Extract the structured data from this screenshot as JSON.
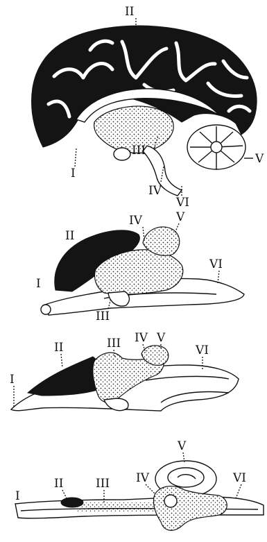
{
  "panels": [
    {
      "id": "adult",
      "labels": [
        "I",
        "II",
        "III",
        "IV",
        "V",
        "VI"
      ]
    },
    {
      "id": "stage2",
      "labels": [
        "I",
        "II",
        "III",
        "IV",
        "V",
        "VI"
      ]
    },
    {
      "id": "stage3",
      "labels": [
        "I",
        "II",
        "III",
        "IV",
        "V",
        "VI"
      ]
    },
    {
      "id": "stage4",
      "labels": [
        "I",
        "II",
        "III",
        "IV",
        "V",
        "VI"
      ]
    }
  ]
}
